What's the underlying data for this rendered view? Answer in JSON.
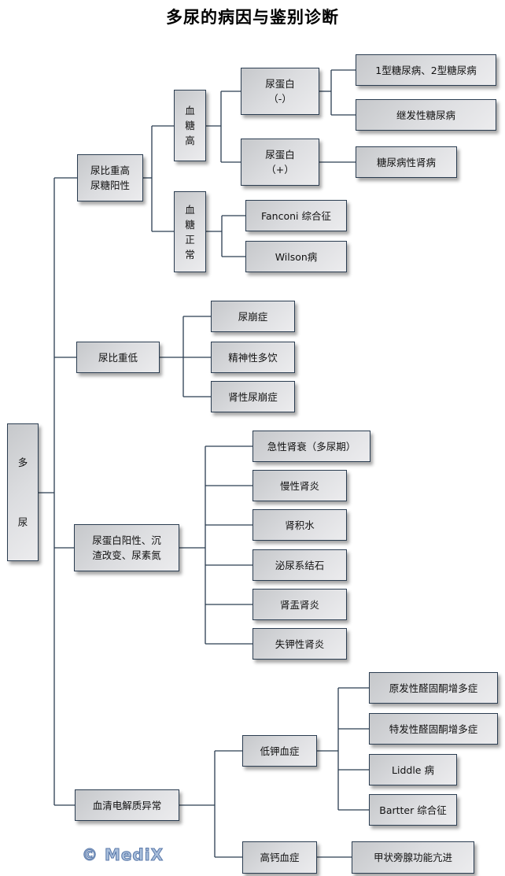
{
  "title": "多尿的病因与鉴别诊断",
  "watermark": "© MediX",
  "colors": {
    "line": "#2b3d51",
    "box_border": "#2b3d51",
    "box_fill_light": "#ececee",
    "box_fill_dark": "#c6c8cb",
    "watermark": "#a9bfdc"
  },
  "tree": {
    "root": "多\n\n\n\n尿",
    "branches": [
      {
        "label": "尿比重高\n尿糖阳性",
        "children": [
          {
            "label": "血\n糖\n高",
            "children": [
              {
                "label": "尿蛋白\n（-）",
                "children": [
                  "1型糖尿病、2型糖尿病",
                  "继发性糖尿病"
                ]
              },
              {
                "label": "尿蛋白\n（+）",
                "children": [
                  "糖尿病性肾病"
                ]
              }
            ]
          },
          {
            "label": "血\n糖\n正\n常",
            "children": [
              "Fanconi 综合征",
              "Wilson病"
            ]
          }
        ]
      },
      {
        "label": "尿比重低",
        "children": [
          "尿崩症",
          "精神性多饮",
          "肾性尿崩症"
        ]
      },
      {
        "label": "尿蛋白阳性、沉\n渣改变、尿素氮",
        "children": [
          "急性肾衰（多尿期）",
          "慢性肾炎",
          "肾积水",
          "泌尿系结石",
          "肾盂肾炎",
          "失钾性肾炎"
        ]
      },
      {
        "label": "血清电解质异常",
        "children": [
          {
            "label": "低钾血症",
            "children": [
              "原发性醛固酮增多症",
              "特发性醛固酮增多症",
              "Liddle 病",
              "Bartter 综合征"
            ]
          },
          {
            "label": "高钙血症",
            "children": [
              "甲状旁腺功能亢进"
            ]
          }
        ]
      }
    ]
  }
}
